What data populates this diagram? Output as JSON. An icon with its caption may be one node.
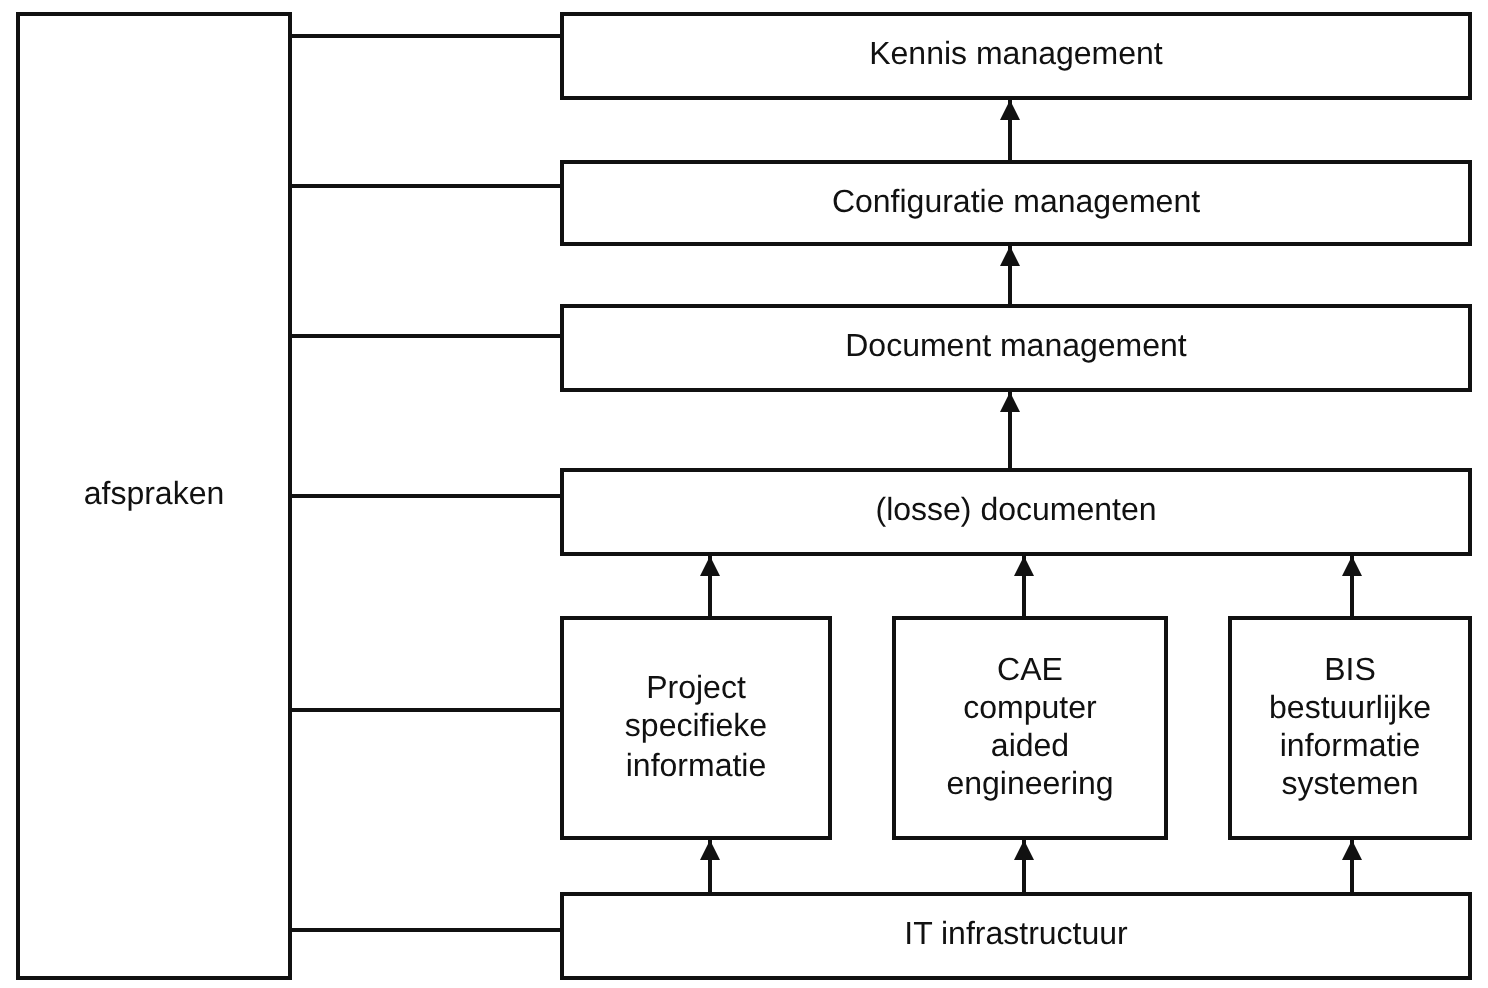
{
  "diagram": {
    "nodes": [
      {
        "text": [
          "afspraken"
        ]
      },
      {
        "text": [
          "Kennis management"
        ]
      },
      {
        "text": [
          "Configuratie management"
        ]
      },
      {
        "text": [
          "Document management"
        ]
      },
      {
        "text": [
          "(losse) documenten"
        ]
      },
      {
        "text": [
          "Project specifieke informatie"
        ]
      },
      {
        "text": [
          "CAE computer aided engineering"
        ]
      },
      {
        "text": [
          "BIS bestuurlijke informatie systemen"
        ]
      },
      {
        "text": [
          "IT infrastructuur"
        ]
      }
    ],
    "edges": [
      {
        "from": 2,
        "to": 1,
        "arrow": "to"
      },
      {
        "from": 3,
        "to": 2,
        "arrow": "to"
      },
      {
        "from": 4,
        "to": 3,
        "arrow": "to"
      },
      {
        "from": 5,
        "to": 4,
        "arrow": "to"
      },
      {
        "from": 6,
        "to": 4,
        "arrow": "to"
      },
      {
        "from": 7,
        "to": 4,
        "arrow": "to"
      },
      {
        "from": 8,
        "to": 5,
        "arrow": "to"
      },
      {
        "from": 8,
        "to": 6,
        "arrow": "to"
      },
      {
        "from": 8,
        "to": 7,
        "arrow": "to"
      },
      {
        "from": 0,
        "to": 1,
        "arrow": "none"
      },
      {
        "from": 0,
        "to": 2,
        "arrow": "none"
      },
      {
        "from": 0,
        "to": 3,
        "arrow": "none"
      },
      {
        "from": 0,
        "to": 4,
        "arrow": "none"
      },
      {
        "from": 0,
        "to": 5,
        "arrow": "none"
      },
      {
        "from": 0,
        "to": 8,
        "arrow": "none"
      }
    ]
  }
}
